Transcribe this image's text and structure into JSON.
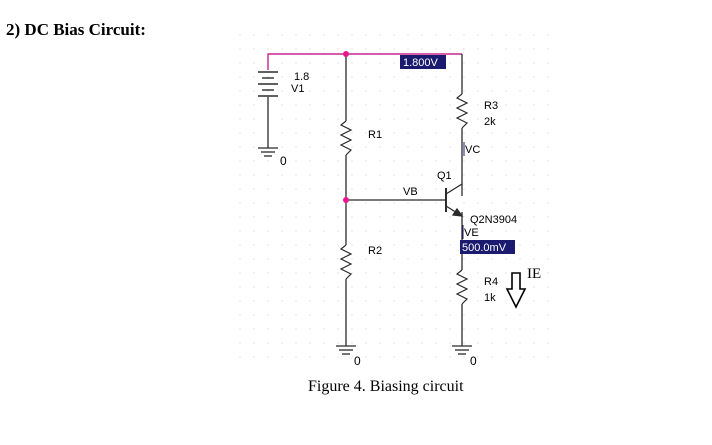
{
  "heading": "2)  DC Bias Circuit:",
  "caption": "Figure 4. Biasing circuit",
  "source": {
    "label": "V1",
    "value": "1.8"
  },
  "grounds": [
    "0",
    "0",
    "0"
  ],
  "resistors": {
    "r1": {
      "label": "R1"
    },
    "r2": {
      "label": "R2"
    },
    "r3": {
      "label": "R3",
      "value": "2k"
    },
    "r4": {
      "label": "R4",
      "value": "1k"
    }
  },
  "transistor": {
    "label": "Q1",
    "model": "Q2N3904"
  },
  "nets": {
    "vb": "VB",
    "vc": "VC",
    "ve": "VE"
  },
  "probes": {
    "supply": "1.800V",
    "emitter": "500.0mV"
  },
  "current_label": "IE",
  "colors": {
    "wire": "#2b2b2b",
    "supply_wire": "#c8288c",
    "node": "#e6198c",
    "probe_bg": "#1a1a6e",
    "probe_fg": "#ffffff",
    "grid_dot": "#cfcfcf"
  }
}
